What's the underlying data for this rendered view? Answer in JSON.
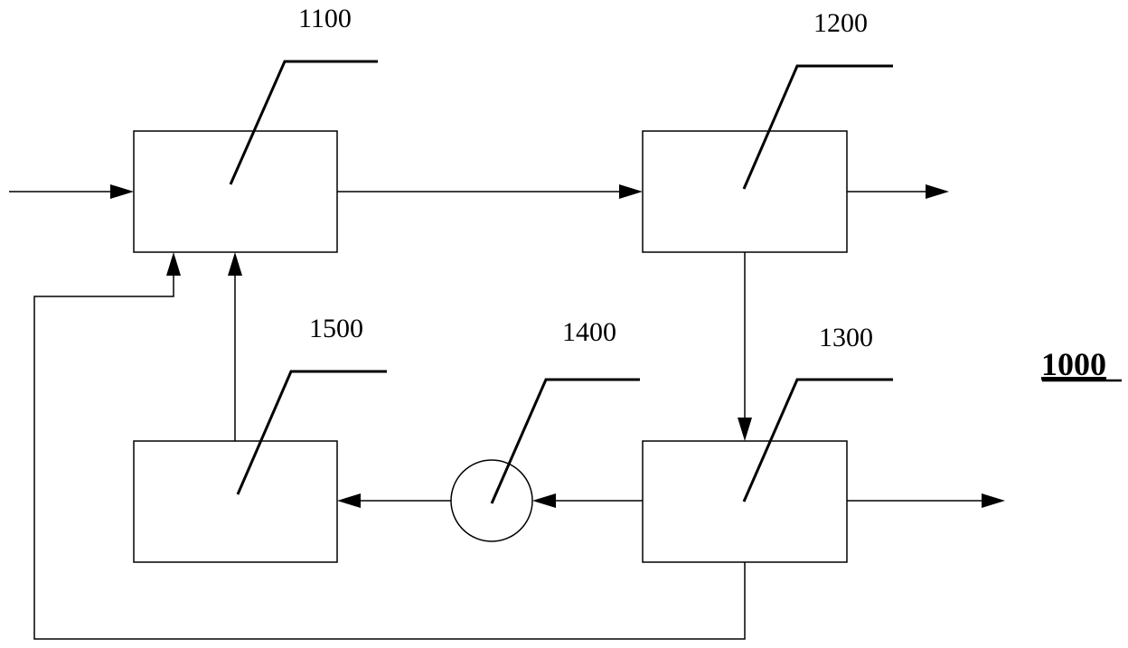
{
  "diagram": {
    "figure_number": "1000",
    "blocks": [
      {
        "id": "1100",
        "label": "1100",
        "shape": "rectangle"
      },
      {
        "id": "1200",
        "label": "1200",
        "shape": "rectangle"
      },
      {
        "id": "1300",
        "label": "1300",
        "shape": "rectangle"
      },
      {
        "id": "1400",
        "label": "1400",
        "shape": "circle"
      },
      {
        "id": "1500",
        "label": "1500",
        "shape": "rectangle"
      }
    ],
    "connections": [
      {
        "from": "external-input",
        "to": "1100"
      },
      {
        "from": "1100",
        "to": "1200"
      },
      {
        "from": "1200",
        "to": "external-output"
      },
      {
        "from": "1200",
        "to": "1300"
      },
      {
        "from": "1300",
        "to": "external-output"
      },
      {
        "from": "1300",
        "to": "1400"
      },
      {
        "from": "1400",
        "to": "1500"
      },
      {
        "from": "1500",
        "to": "1100"
      },
      {
        "from": "1300",
        "to": "1100"
      }
    ]
  }
}
